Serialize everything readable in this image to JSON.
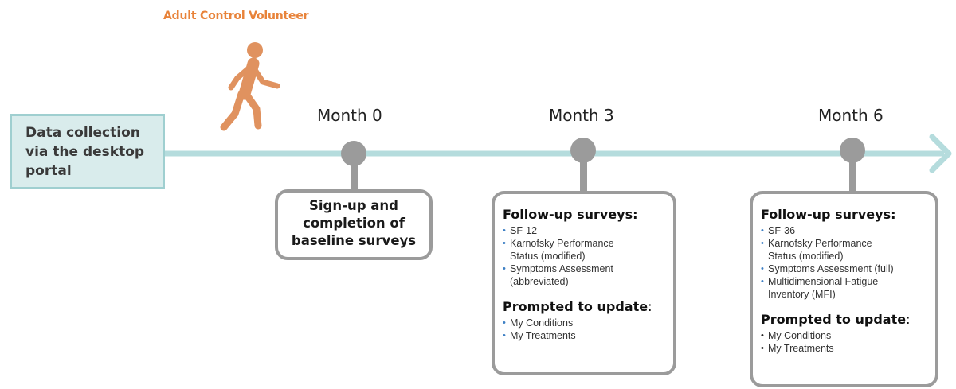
{
  "volunteer_label": "Adult Control Volunteer",
  "portal_lines": [
    "Data collection",
    "via the desktop",
    "portal"
  ],
  "months": [
    "Month 0",
    "Month 3",
    "Month 6"
  ],
  "month0_box_lines": [
    "Sign-up and",
    "completion of",
    "baseline surveys"
  ],
  "month3": {
    "surveys_title": "Follow-up surveys:",
    "surveys": [
      "SF-12",
      "Karnofsky Performance",
      "Status (modified)",
      "Symptoms Assessment",
      "(abbreviated)"
    ],
    "prompt_title": "Prompted to update",
    "prompt_suffix": ":",
    "prompt_items": [
      "My Conditions",
      "My Treatments"
    ]
  },
  "month6": {
    "surveys_title": "Follow-up surveys:",
    "surveys": [
      "SF-36",
      "Karnofsky Performance",
      "Status (modified)",
      "Symptoms Assessment (full)",
      "Multidimensional Fatigue",
      "Inventory  (MFI)"
    ],
    "prompt_title": "Prompted to update",
    "prompt_suffix": ":",
    "prompt_items": [
      "My Conditions",
      "My Treatments"
    ]
  },
  "colors": {
    "accent_orange": "#e8833a",
    "timeline_teal": "#b5dcdd",
    "portal_fill": "#d9ecec",
    "portal_border": "#9fcfd0",
    "node_gray": "#9b9b9b",
    "bullet_blue": "#3d7fc4"
  },
  "icons": {
    "person": "walking-person-icon",
    "arrow": "arrow-head-icon"
  }
}
